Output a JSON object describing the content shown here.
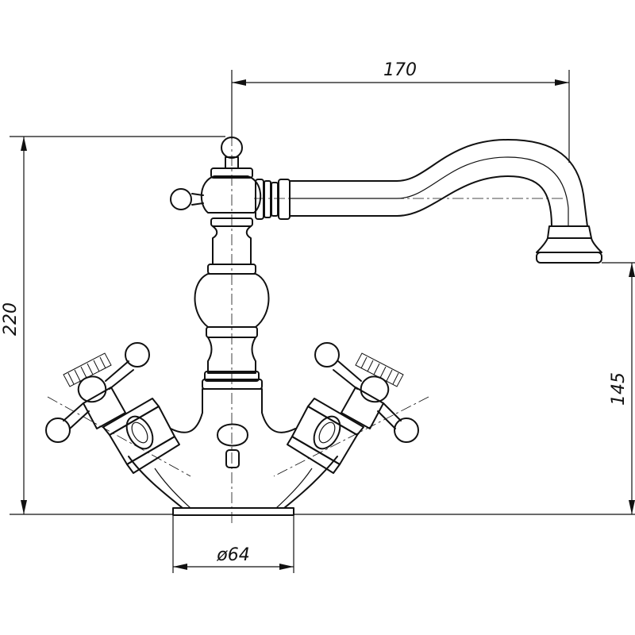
{
  "dimensions": {
    "spout_reach": "170",
    "total_height": "220",
    "spout_height": "145",
    "base_diameter": "ø64"
  }
}
